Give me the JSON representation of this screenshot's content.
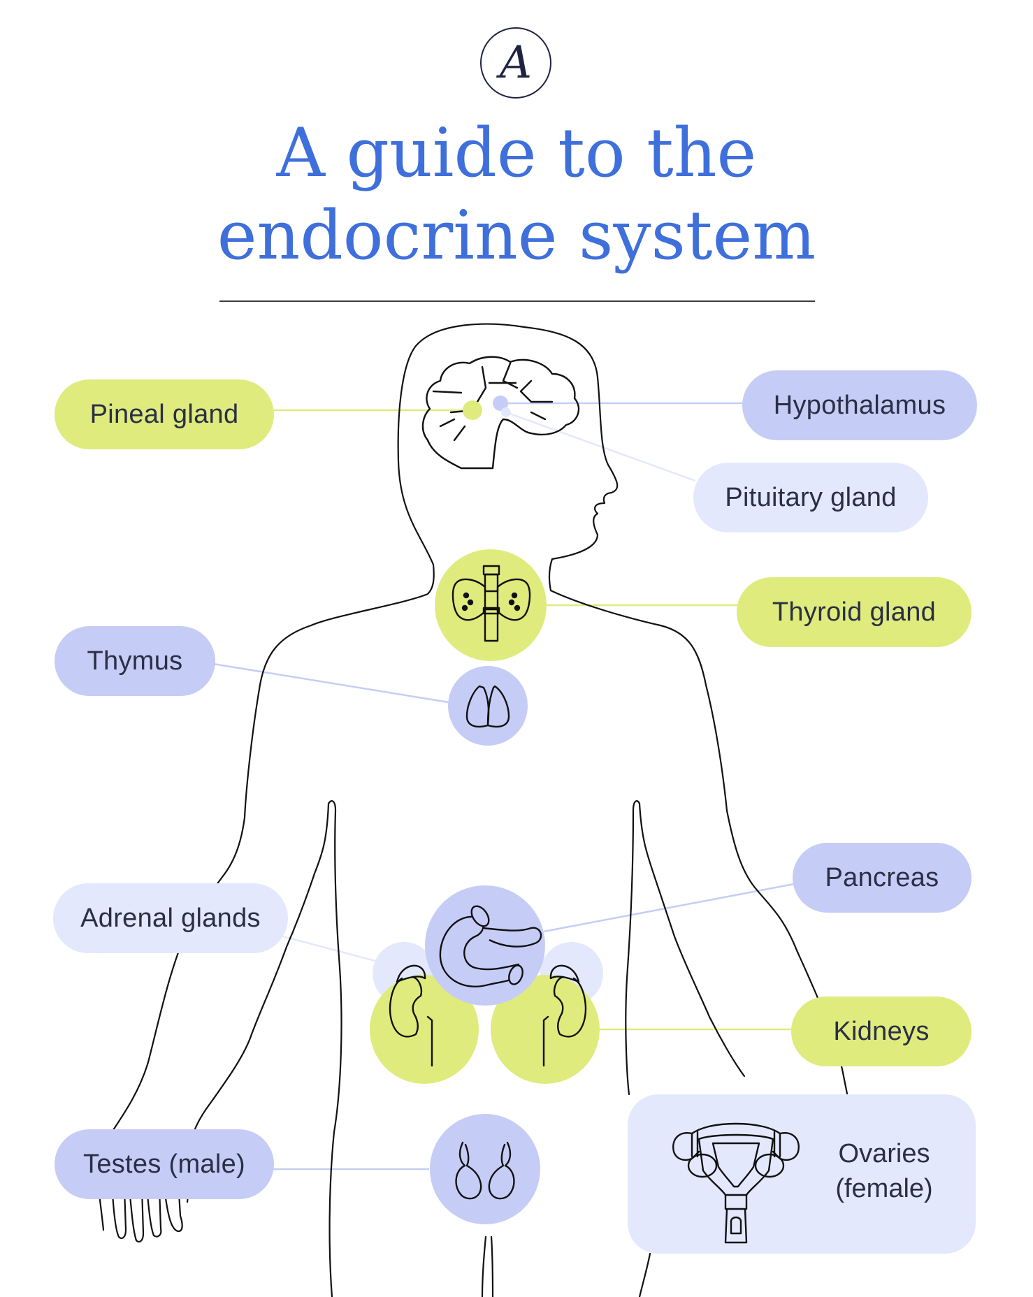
{
  "brand": {
    "logo_letter": "A"
  },
  "title": {
    "line1": "A guide to the",
    "line2": "endocrine system"
  },
  "labels": {
    "pineal": "Pineal gland",
    "hypothalamus": "Hypothalamus",
    "pituitary": "Pituitary gland",
    "thyroid": "Thyroid gland",
    "thymus": "Thymus",
    "pancreas": "Pancreas",
    "adrenal": "Adrenal glands",
    "kidneys": "Kidneys",
    "testes": "Testes (male)",
    "ovaries_line1": "Ovaries",
    "ovaries_line2": "(female)"
  },
  "icons": [
    "brain-icon",
    "thyroid-icon",
    "thymus-icon",
    "pancreas-icon",
    "kidney-icon",
    "testes-icon",
    "uterus-ovaries-icon"
  ],
  "colors": {
    "title": "#3e6fdb",
    "green": "#dfeb7d",
    "blue": "#c5cdf7",
    "pale_blue": "#e4e8fc",
    "outline": "#111111"
  }
}
